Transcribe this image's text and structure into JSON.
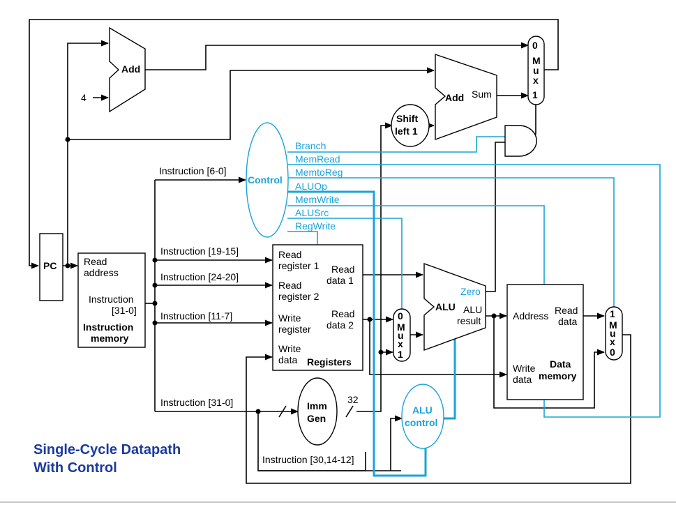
{
  "caption": {
    "line1": "Single-Cycle Datapath",
    "line2": "With Control"
  },
  "blocks": {
    "pc": "PC",
    "add_top": "Add",
    "const_four": "4",
    "add_branch": "Add",
    "add_branch_sum": "Sum",
    "shift_line1": "Shift",
    "shift_line2": "left 1",
    "control": "Control",
    "imem_read_1": "Read",
    "imem_read_2": "address",
    "imem_instr_1": "Instruction",
    "imem_instr_2": "[31-0]",
    "imem_title_1": "Instruction",
    "imem_title_2": "memory",
    "reg_read1_a": "Read",
    "reg_read1_b": "register 1",
    "reg_read2_a": "Read",
    "reg_read2_b": "register 2",
    "reg_write_a": "Write",
    "reg_write_b": "register",
    "reg_wdata_a": "Write",
    "reg_wdata_b": "data",
    "reg_title": "Registers",
    "reg_rd1_a": "Read",
    "reg_rd1_b": "data 1",
    "reg_rd2_a": "Read",
    "reg_rd2_b": "data 2",
    "alu": "ALU",
    "alu_zero": "Zero",
    "alu_result_a": "ALU",
    "alu_result_b": "result",
    "dmem_address": "Address",
    "dmem_read_a": "Read",
    "dmem_read_b": "data",
    "dmem_write_a": "Write",
    "dmem_write_b": "data",
    "dmem_title_1": "Data",
    "dmem_title_2": "memory",
    "immgen_1": "Imm",
    "immgen_2": "Gen",
    "imm_width": "32",
    "alu_control_1": "ALU",
    "alu_control_2": "control"
  },
  "mux": {
    "top_0": "0",
    "top_m": "M",
    "top_u": "u",
    "top_x": "x",
    "top_1": "1",
    "alusrc_0": "0",
    "alusrc_m": "M",
    "alusrc_u": "u",
    "alusrc_x": "x",
    "alusrc_1": "1",
    "mem_1": "1",
    "mem_m": "M",
    "mem_u": "u",
    "mem_x": "x",
    "mem_0": "0"
  },
  "control_signals": [
    "Branch",
    "MemRead",
    "MemtoReg",
    "ALUOp",
    "MemWrite",
    "ALUSrc",
    "RegWrite"
  ],
  "instruction_fields": {
    "f6_0": "Instruction [6-0]",
    "f19_15": "Instruction [19-15]",
    "f24_20": "Instruction [24-20]",
    "f11_7": "Instruction [11-7]",
    "f31_0": "Instruction [31-0]",
    "f30_14_12": "Instruction [30,14-12]"
  },
  "colors": {
    "control_path": "#1aa3d9",
    "caption": "#1a3a9e",
    "datapath": "#000000"
  }
}
